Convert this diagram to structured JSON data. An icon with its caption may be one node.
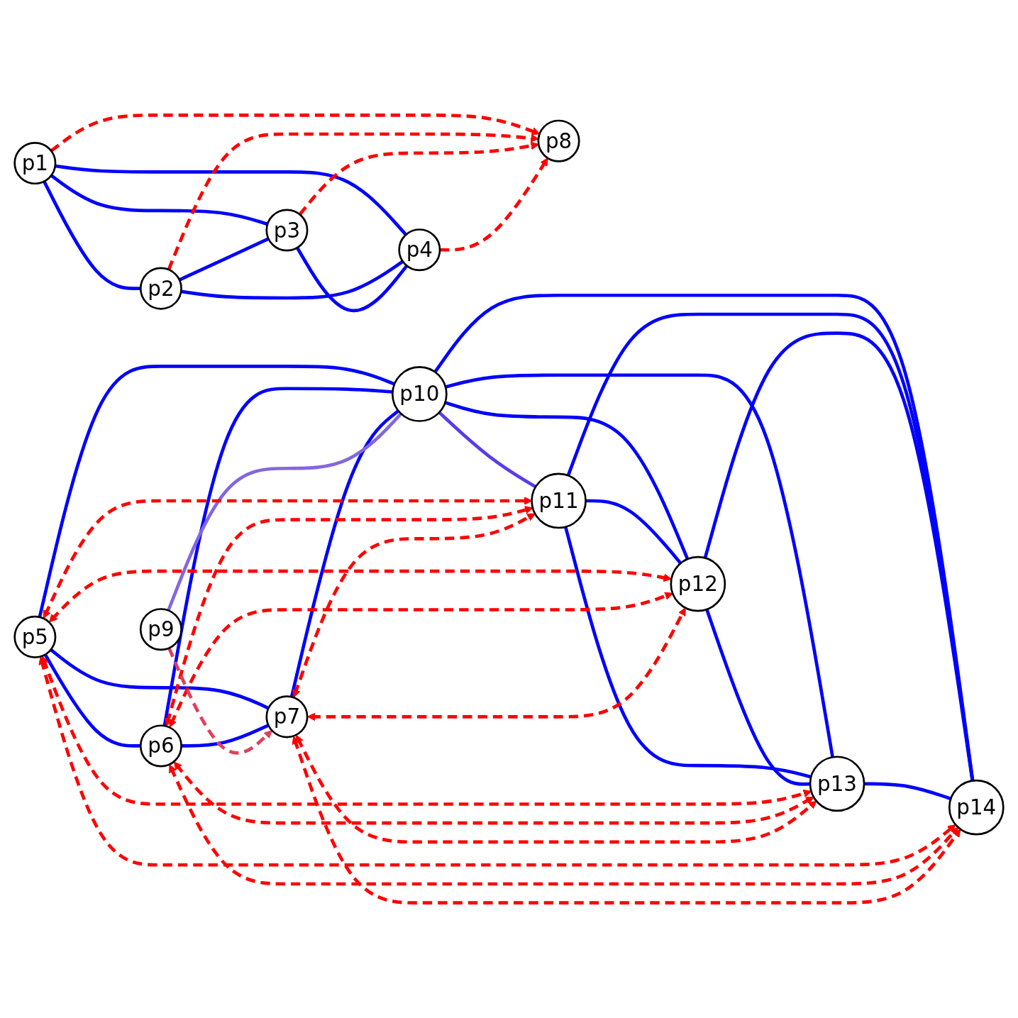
{
  "diagram": {
    "nodes": [
      {
        "text": [
          "p1"
        ]
      },
      {
        "text": [
          "p2"
        ]
      },
      {
        "text": [
          "p3"
        ]
      },
      {
        "text": [
          "p4"
        ]
      },
      {
        "text": [
          "p5"
        ]
      },
      {
        "text": [
          "p6"
        ]
      },
      {
        "text": [
          "p7"
        ]
      },
      {
        "text": [
          "p8"
        ]
      },
      {
        "text": [
          "p9"
        ]
      },
      {
        "text": [
          "p10"
        ]
      },
      {
        "text": [
          "p11"
        ]
      },
      {
        "text": [
          "p12"
        ]
      },
      {
        "text": [
          "p13"
        ]
      },
      {
        "text": [
          "p14"
        ]
      }
    ],
    "edges": [
      {
        "from": 0,
        "to": 1,
        "arrow": "none"
      },
      {
        "from": 0,
        "to": 2,
        "arrow": "none"
      },
      {
        "from": 0,
        "to": 3,
        "arrow": "none"
      },
      {
        "from": 1,
        "to": 2,
        "arrow": "none"
      },
      {
        "from": 1,
        "to": 3,
        "arrow": "none"
      },
      {
        "from": 2,
        "to": 3,
        "arrow": "none"
      },
      {
        "from": 4,
        "to": 5,
        "arrow": "none"
      },
      {
        "from": 4,
        "to": 6,
        "arrow": "none"
      },
      {
        "from": 4,
        "to": 9,
        "arrow": "none"
      },
      {
        "from": 5,
        "to": 6,
        "arrow": "none"
      },
      {
        "from": 5,
        "to": 9,
        "arrow": "none"
      },
      {
        "from": 6,
        "to": 9,
        "arrow": "none"
      },
      {
        "from": 8,
        "to": 9,
        "arrow": "none",
        "color": "#8466e0"
      },
      {
        "from": 9,
        "to": 10,
        "arrow": "none",
        "color": "#5b3ce8"
      },
      {
        "from": 9,
        "to": 11,
        "arrow": "none"
      },
      {
        "from": 9,
        "to": 12,
        "arrow": "none"
      },
      {
        "from": 9,
        "to": 13,
        "arrow": "none"
      },
      {
        "from": 10,
        "to": 11,
        "arrow": "none"
      },
      {
        "from": 10,
        "to": 12,
        "arrow": "none"
      },
      {
        "from": 10,
        "to": 13,
        "arrow": "none"
      },
      {
        "from": 11,
        "to": 12,
        "arrow": "none"
      },
      {
        "from": 11,
        "to": 13,
        "arrow": "none"
      },
      {
        "from": 12,
        "to": 13,
        "arrow": "none"
      },
      {
        "from": 0,
        "to": 7,
        "arrow": "to",
        "style": "dashed",
        "color": "#ff0000"
      },
      {
        "from": 1,
        "to": 7,
        "arrow": "to",
        "style": "dashed",
        "color": "#ff0000"
      },
      {
        "from": 2,
        "to": 7,
        "arrow": "to",
        "style": "dashed",
        "color": "#ff0000"
      },
      {
        "from": 3,
        "to": 7,
        "arrow": "to",
        "style": "dashed",
        "color": "#ff0000"
      },
      {
        "from": 4,
        "to": 10,
        "arrow": "both",
        "style": "dashed",
        "color": "#ff0000"
      },
      {
        "from": 4,
        "to": 11,
        "arrow": "both",
        "style": "dashed",
        "color": "#ff0000"
      },
      {
        "from": 4,
        "to": 12,
        "arrow": "both",
        "style": "dashed",
        "color": "#ff0000"
      },
      {
        "from": 4,
        "to": 13,
        "arrow": "both",
        "style": "dashed",
        "color": "#ff0000"
      },
      {
        "from": 5,
        "to": 10,
        "arrow": "both",
        "style": "dashed",
        "color": "#ff0000"
      },
      {
        "from": 5,
        "to": 11,
        "arrow": "both",
        "style": "dashed",
        "color": "#ff0000"
      },
      {
        "from": 5,
        "to": 12,
        "arrow": "both",
        "style": "dashed",
        "color": "#ff0000"
      },
      {
        "from": 5,
        "to": 13,
        "arrow": "both",
        "style": "dashed",
        "color": "#ff0000"
      },
      {
        "from": 6,
        "to": 10,
        "arrow": "both",
        "style": "dashed",
        "color": "#ff0000"
      },
      {
        "from": 6,
        "to": 11,
        "arrow": "both",
        "style": "dashed",
        "color": "#ff0000"
      },
      {
        "from": 6,
        "to": 12,
        "arrow": "both",
        "style": "dashed",
        "color": "#ff0000"
      },
      {
        "from": 6,
        "to": 13,
        "arrow": "both",
        "style": "dashed",
        "color": "#ff0000"
      },
      {
        "from": 8,
        "to": 6,
        "arrow": "to",
        "style": "dashed",
        "color": "#e0405a"
      }
    ]
  }
}
